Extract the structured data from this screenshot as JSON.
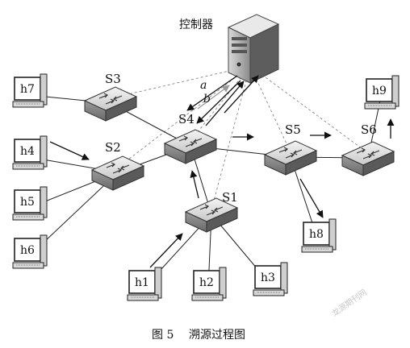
{
  "controller": {
    "label": "控制器"
  },
  "switches": [
    {
      "id": "S1",
      "label": "S1"
    },
    {
      "id": "S2",
      "label": "S2"
    },
    {
      "id": "S3",
      "label": "S3"
    },
    {
      "id": "S4",
      "label": "S4"
    },
    {
      "id": "S5",
      "label": "S5"
    },
    {
      "id": "S6",
      "label": "S6"
    }
  ],
  "hosts": [
    {
      "id": "h1",
      "label": "h1"
    },
    {
      "id": "h2",
      "label": "h2"
    },
    {
      "id": "h3",
      "label": "h3"
    },
    {
      "id": "h4",
      "label": "h4"
    },
    {
      "id": "h5",
      "label": "h5"
    },
    {
      "id": "h6",
      "label": "h6"
    },
    {
      "id": "h7",
      "label": "h7"
    },
    {
      "id": "h8",
      "label": "h8"
    },
    {
      "id": "h9",
      "label": "h9"
    }
  ],
  "links": [
    [
      "h7",
      "S3"
    ],
    [
      "S3",
      "S4"
    ],
    [
      "h4",
      "S2"
    ],
    [
      "h5",
      "S2"
    ],
    [
      "h6",
      "S2"
    ],
    [
      "S2",
      "S4"
    ],
    [
      "S4",
      "S5"
    ],
    [
      "S5",
      "S6"
    ],
    [
      "S6",
      "h9"
    ],
    [
      "S5",
      "h8"
    ],
    [
      "S4",
      "S1"
    ],
    [
      "S1",
      "h1"
    ],
    [
      "S1",
      "h2"
    ],
    [
      "S1",
      "h3"
    ]
  ],
  "control_links": [
    "S1",
    "S2",
    "S3",
    "S4",
    "S5",
    "S6"
  ],
  "flow_arrows": [
    [
      "h1",
      "S1"
    ],
    [
      "S1",
      "S4"
    ],
    [
      "S4",
      "S5"
    ],
    [
      "S5",
      "S6"
    ],
    [
      "S6",
      "h9"
    ],
    [
      "S5",
      "h8"
    ],
    [
      "h4",
      "S2"
    ]
  ],
  "signals": {
    "a": "a",
    "b": "b"
  },
  "caption": {
    "figure": "图 5",
    "title": "溯源过程图"
  },
  "watermark": "龙源期刊网"
}
